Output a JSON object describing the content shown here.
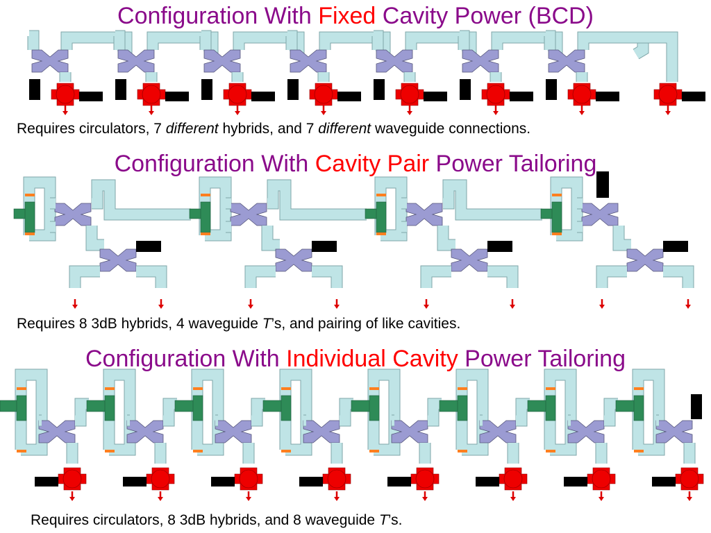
{
  "sections": [
    {
      "title": {
        "lead": "Configuration With ",
        "highlight": "Fixed",
        "tail": " Cavity Power (BCD)"
      },
      "caption": {
        "part1": "Requires circulators, 7 ",
        "em1": "different",
        "part2": " hybrids, and 7 ",
        "em2": "different",
        "part3": " waveguide connections."
      },
      "columns": 8
    },
    {
      "title": {
        "lead": "Configuration With ",
        "highlight": "Cavity Pair",
        "tail": " Power Tailoring"
      },
      "caption": {
        "part1": "Requires 8 3dB hybrids, 4 waveguide ",
        "em1": "T",
        "part2": "’s, and pairing of like cavities."
      },
      "columns": 4
    },
    {
      "title": {
        "lead": "Configuration With ",
        "highlight": "Individual Cavity",
        "tail": " Power Tailoring"
      },
      "caption": {
        "part1": "Requires circulators, 8 3dB hybrids, and 8 waveguide ",
        "em1": "T",
        "part2": "’s."
      },
      "columns": 8
    }
  ],
  "colors": {
    "title": "#8a0a8a",
    "highlight": "#ff0000",
    "waveguide": "#bfe4e6",
    "hybrid": "#9b9bd2",
    "circulator": "#ee0000",
    "load": "#000000",
    "tee": "#2e8b57",
    "window": "#ff7f1f",
    "arrow": "#dd0000"
  }
}
